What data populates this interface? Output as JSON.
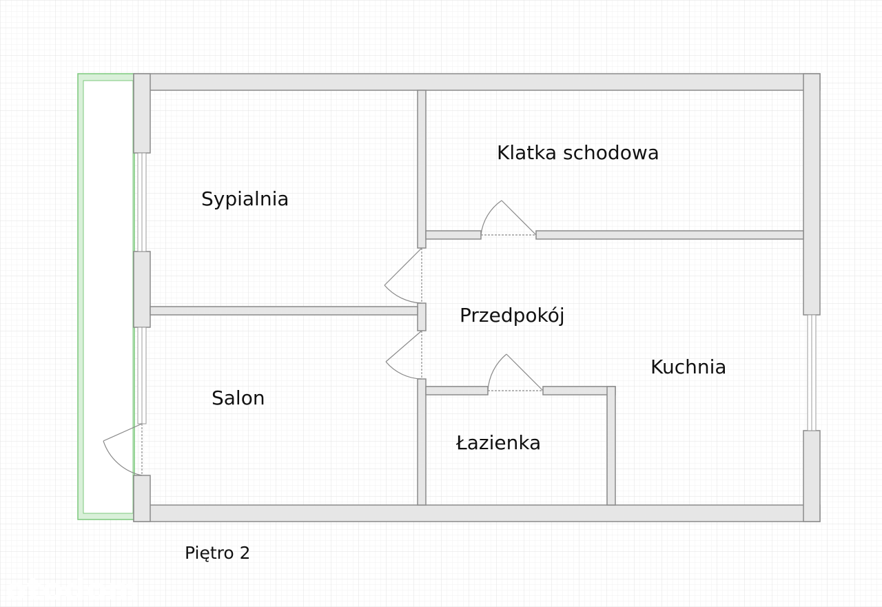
{
  "rooms": {
    "bedroom": "Sypialnia",
    "staircase": "Klatka schodowa",
    "hallway": "Przedpokój",
    "kitchen": "Kuchnia",
    "living_room": "Salon",
    "bathroom": "Łazienka"
  },
  "floor_label": "Piętro 2",
  "watermark": "otodom",
  "colors": {
    "wall_fill": "#e6e6e6",
    "wall_stroke": "#8a8a8a",
    "balcony_outline": "#7cc97c",
    "grid": "#ececec"
  }
}
